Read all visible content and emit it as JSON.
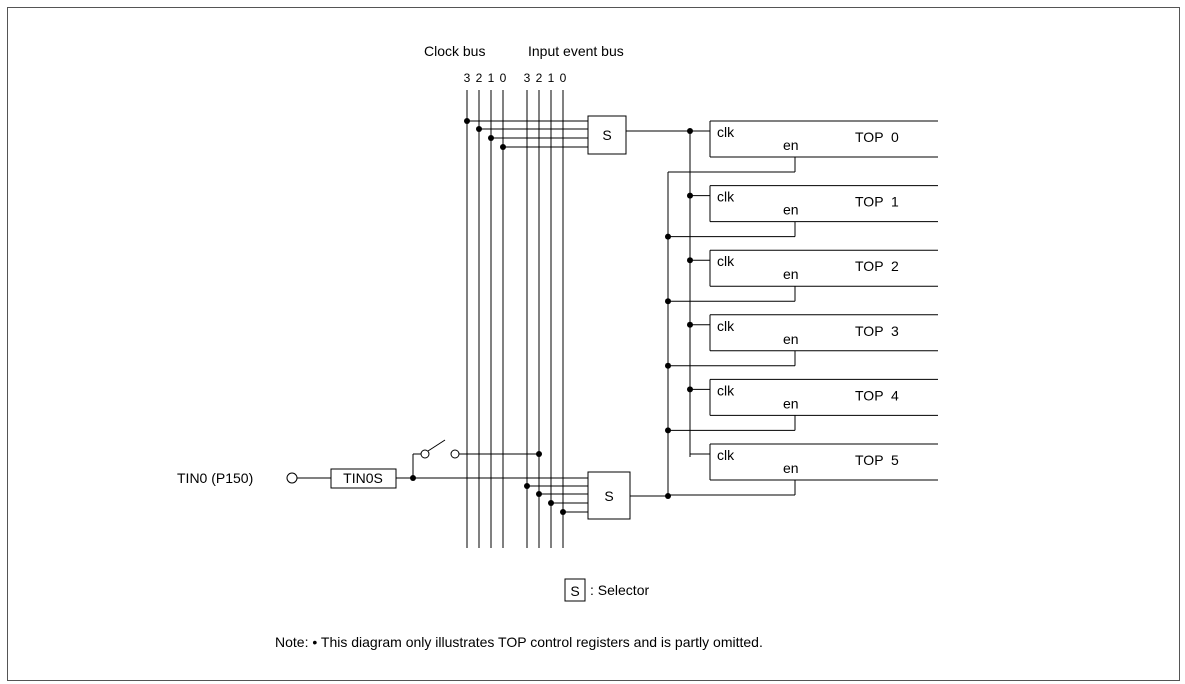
{
  "labels": {
    "clock_bus": "Clock bus",
    "input_event_bus": "Input event bus",
    "clock_bus_lines": [
      "3",
      "2",
      "1",
      "0"
    ],
    "input_event_bus_lines": [
      "3",
      "2",
      "1",
      "0"
    ],
    "selector_box": "S",
    "pin": "TIN0 (P150)",
    "tin0s_block": "TIN0S",
    "clk_port": "clk",
    "en_port": "en",
    "legend_symbol": "S",
    "legend_text": ": Selector",
    "note": "Note: • This diagram only illustrates TOP control registers and is partly omitted."
  },
  "top_registers": [
    "TOP  0",
    "TOP  1",
    "TOP  2",
    "TOP  3",
    "TOP  4",
    "TOP  5"
  ]
}
